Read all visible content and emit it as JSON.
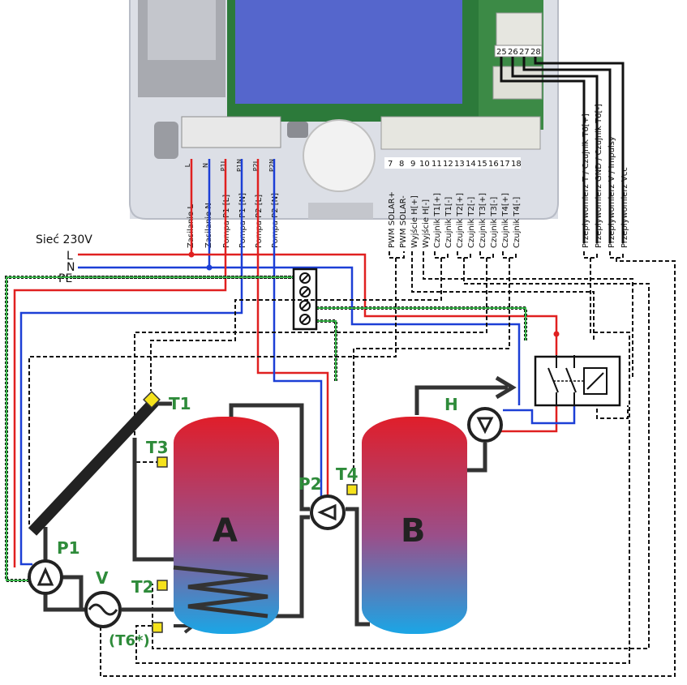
{
  "mains": {
    "title": "Sieć 230V",
    "L": "L",
    "N": "N",
    "PE": "PE"
  },
  "power_terminals": {
    "tags": [
      "L",
      "N",
      "P1L",
      "P1N",
      "P2L",
      "P2N"
    ],
    "labels": [
      "Zasilanie L",
      "Zasilanie N",
      "Pompa P1 [L]",
      "Pompa P1 [N]",
      "Pompa P2 [L]",
      "Pompa P2 [N]"
    ]
  },
  "signal_terminals": {
    "numbers": [
      "7",
      "8",
      "9",
      "10",
      "11",
      "12",
      "13",
      "14",
      "15",
      "16",
      "17",
      "18"
    ],
    "labels": [
      "PWM SOLAR+",
      "PWM SOLAR-",
      "Wyjście H[+]",
      "Wyjście H[-]",
      "Czujnik T1[+]",
      "Czujnik T1[-]",
      "Czujnik T2[+]",
      "Czujnik T2[-]",
      "Czujnik T3[+]",
      "Czujnik T3[-]",
      "Czujnik T4[+]",
      "Czujnik T4[-]"
    ]
  },
  "flow_terminals": {
    "numbers": [
      "25",
      "26",
      "27",
      "28"
    ],
    "labels": [
      "Przepływomierz T / Czujnik T6[+]",
      "Przepływomierz GND / Czujnik T6[-]",
      "Przepływomierz V / Impulsy",
      "Przepływomierz Vcc"
    ]
  },
  "components": {
    "P1": "P1",
    "P2": "P2",
    "V": "V",
    "H": "H",
    "T1": "T1",
    "T2": "T2",
    "T3": "T3",
    "T4": "T4",
    "T6": "(T6*)",
    "tank_a": "A",
    "tank_b": "B"
  },
  "colors": {
    "live": "#e02020",
    "neutral": "#1c3fd6",
    "earth": "#3ab54a",
    "label_green": "#2e8b3a",
    "sensor": "#f5e21c",
    "lcd": "#5566cc"
  }
}
